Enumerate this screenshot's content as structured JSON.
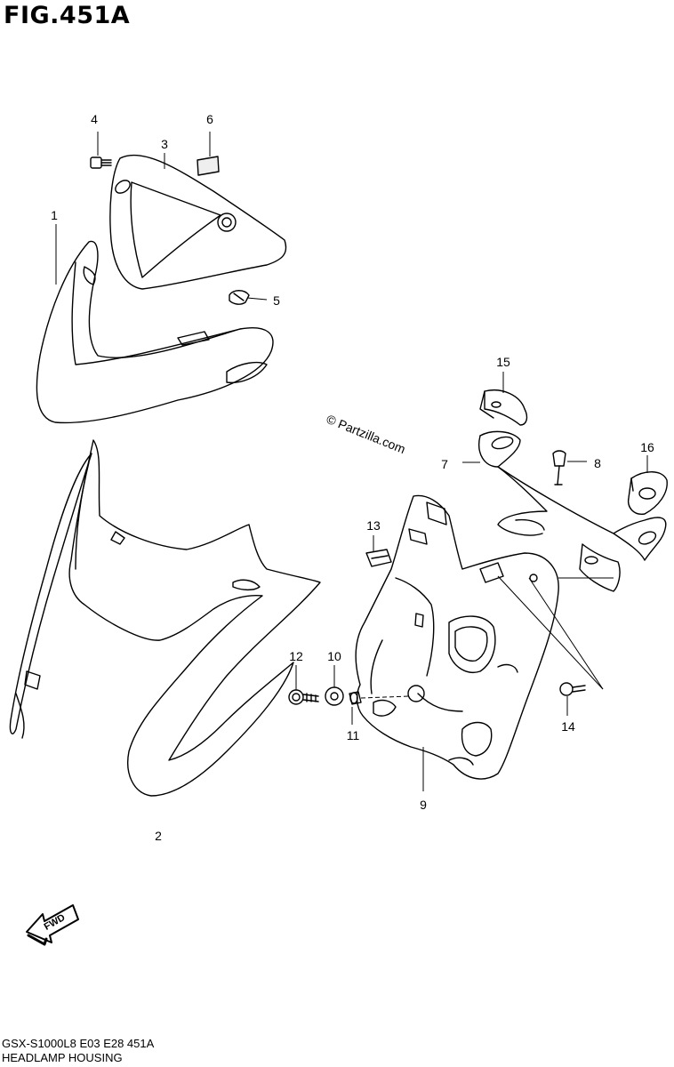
{
  "figure": {
    "title": "FIG.451A",
    "watermark": "© Partzilla.com",
    "fwd_label": "FWD",
    "model_code": "GSX-S1000L8  E03  E28  451A",
    "section_title": "HEADLAMP HOUSING"
  },
  "callouts": [
    {
      "id": "c1",
      "label": "1"
    },
    {
      "id": "c2",
      "label": "2"
    },
    {
      "id": "c3",
      "label": "3"
    },
    {
      "id": "c4",
      "label": "4"
    },
    {
      "id": "c5",
      "label": "5"
    },
    {
      "id": "c6",
      "label": "6"
    },
    {
      "id": "c7",
      "label": "7"
    },
    {
      "id": "c8",
      "label": "8"
    },
    {
      "id": "c9",
      "label": "9"
    },
    {
      "id": "c10",
      "label": "10"
    },
    {
      "id": "c11",
      "label": "11"
    },
    {
      "id": "c12",
      "label": "12"
    },
    {
      "id": "c13",
      "label": "13"
    },
    {
      "id": "c14",
      "label": "14"
    },
    {
      "id": "c15",
      "label": "15"
    },
    {
      "id": "c16",
      "label": "16"
    }
  ],
  "colors": {
    "line": "#000000",
    "background": "#ffffff"
  }
}
